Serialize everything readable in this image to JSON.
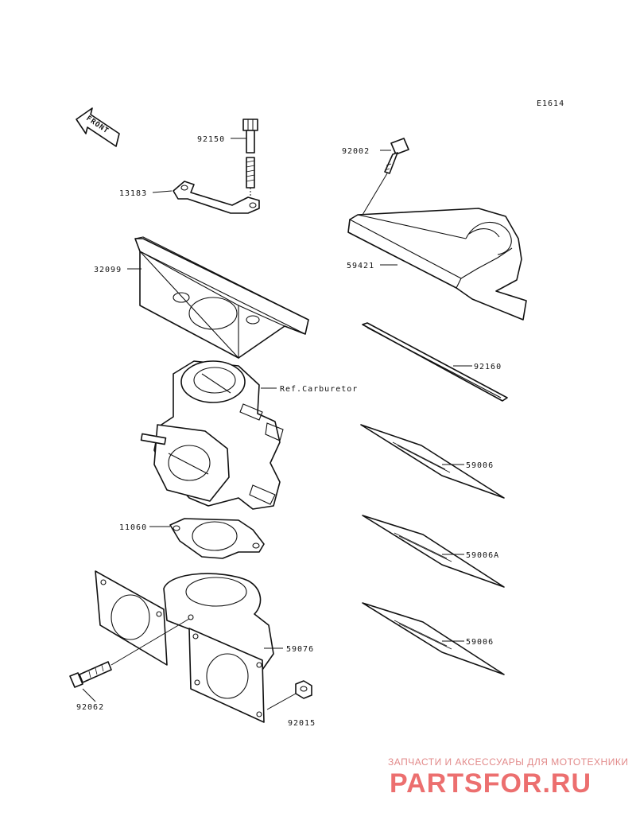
{
  "diagram": {
    "code": "E1614",
    "direction_label": "FRONT",
    "parts": [
      {
        "number": "92150"
      },
      {
        "number": "13183"
      },
      {
        "number": "32099"
      },
      {
        "number": "92002"
      },
      {
        "number": "59421"
      },
      {
        "number": "92160"
      },
      {
        "number": "59006"
      },
      {
        "number": "59006A"
      },
      {
        "number": "59006"
      },
      {
        "number": "11060"
      },
      {
        "number": "59076"
      },
      {
        "number": "92062"
      },
      {
        "number": "92015"
      }
    ],
    "reference_label": "Ref.Carburetor"
  },
  "watermark": {
    "tagline": "ЗАПЧАСТИ И АКСЕССУАРЫ ДЛЯ МОТОТЕХНИКИ",
    "brand": "PARTSFOR.RU",
    "colors": {
      "tagline": "#e28a8a",
      "brand": "#ec6f6f"
    }
  }
}
